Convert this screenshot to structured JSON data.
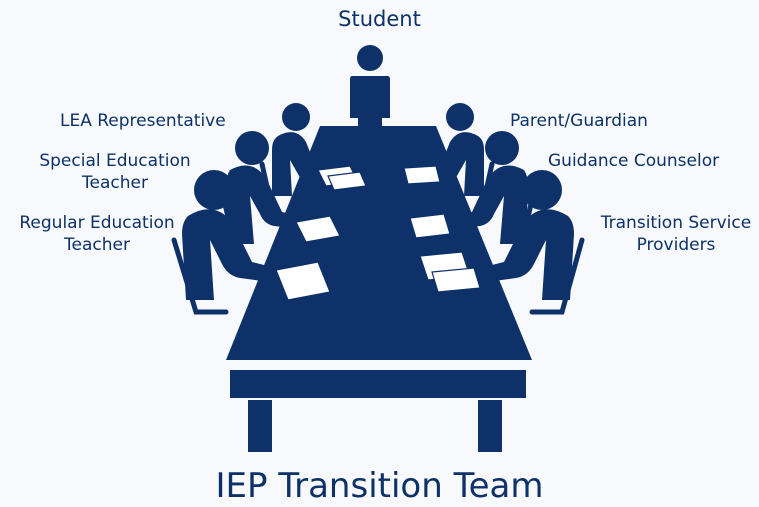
{
  "title": "IEP Transition Team",
  "colors": {
    "navy": "#0d3168",
    "background": "#f7f9fc",
    "paper": "#ffffff"
  },
  "participants": {
    "student": "Student",
    "lea": "LEA Representative",
    "special_ed": [
      "Special Education",
      "Teacher"
    ],
    "regular_ed": [
      "Regular Education",
      "Teacher"
    ],
    "parent": "Parent/Guardian",
    "guidance": "Guidance Counselor",
    "transition": [
      "Transition Service",
      "Providers"
    ]
  }
}
